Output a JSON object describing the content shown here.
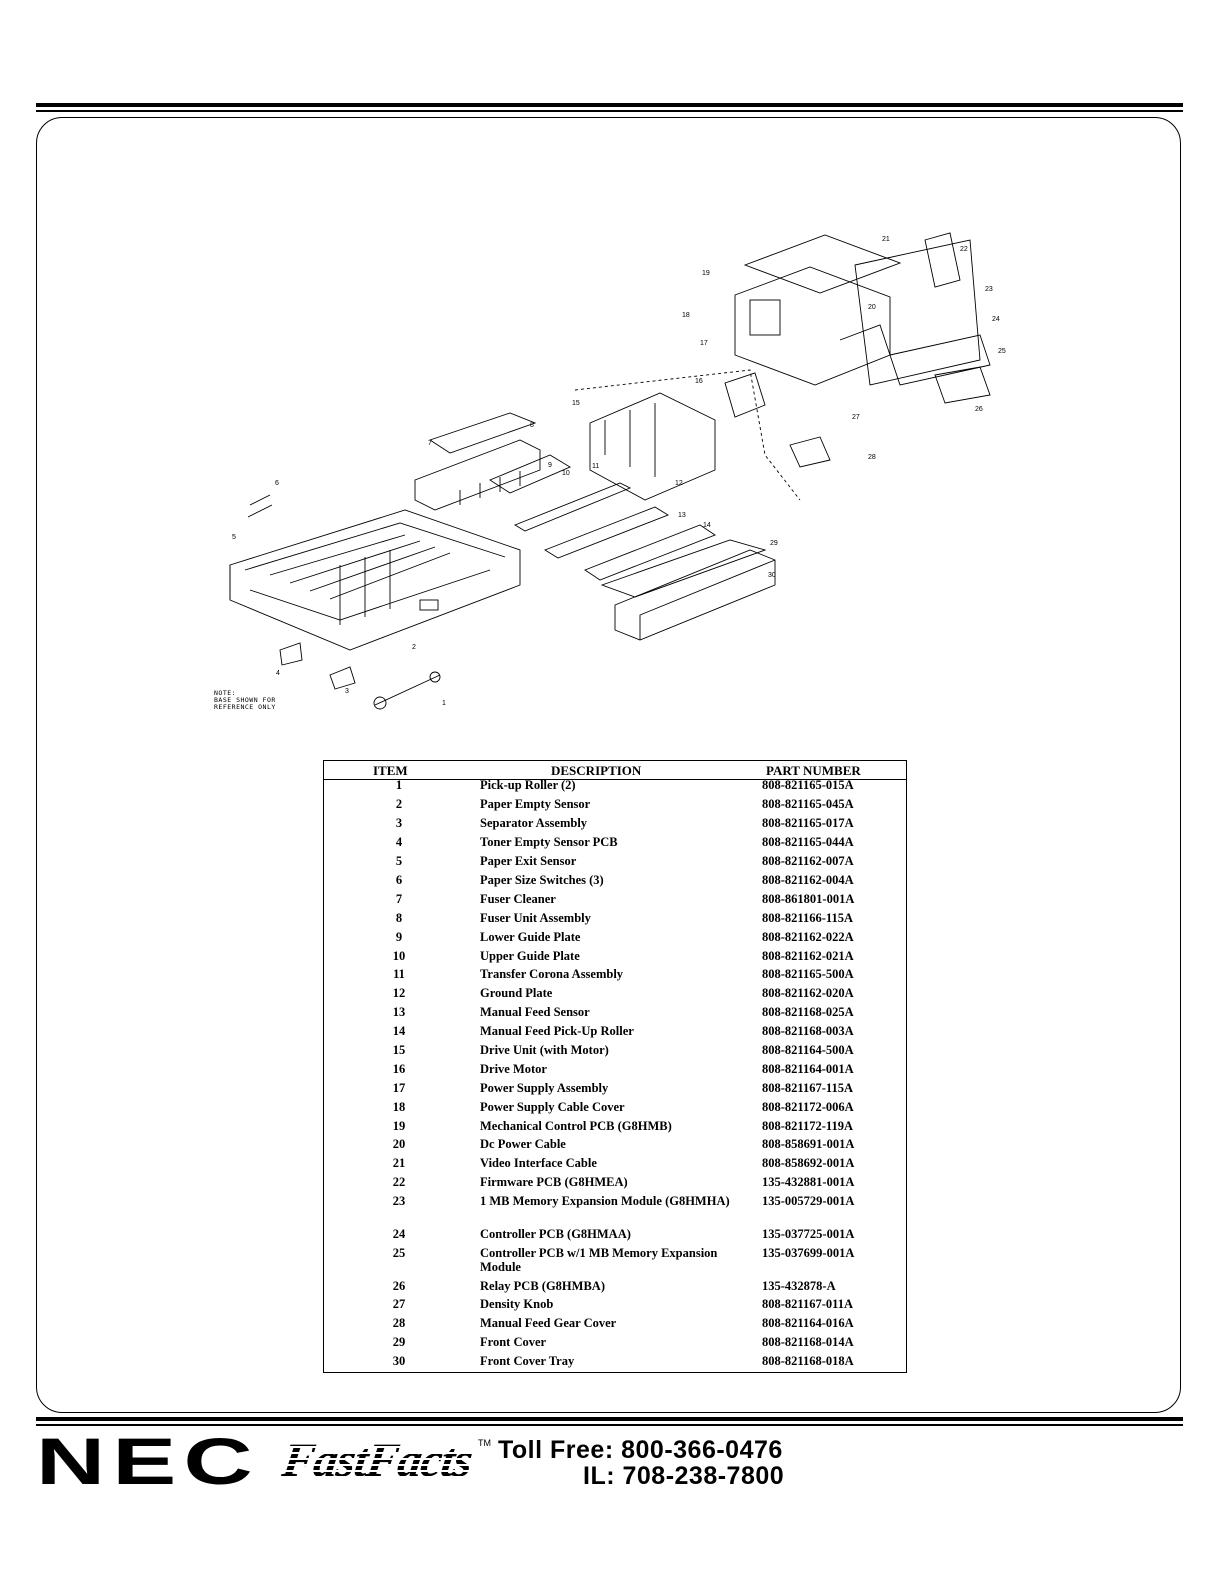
{
  "diagram": {
    "callouts": [
      "1",
      "2",
      "3",
      "4",
      "5",
      "6",
      "7",
      "8",
      "9",
      "10",
      "11",
      "12",
      "13",
      "14",
      "15",
      "16",
      "17",
      "18",
      "19",
      "20",
      "21",
      "22",
      "23",
      "24",
      "25",
      "26",
      "27",
      "28",
      "29",
      "30"
    ],
    "note": "NOTE:\nBASE SHOWN FOR\nREFERENCE ONLY"
  },
  "parts_table": {
    "headers": {
      "item": "ITEM",
      "description": "DESCRIPTION",
      "part_number": "PART NUMBER"
    },
    "rows": [
      {
        "item": "1",
        "desc": "Pick-up Roller (2)",
        "part": "808-821165-015A"
      },
      {
        "item": "2",
        "desc": "Paper Empty Sensor",
        "part": "808-821165-045A"
      },
      {
        "item": "3",
        "desc": "Separator Assembly",
        "part": "808-821165-017A"
      },
      {
        "item": "4",
        "desc": "Toner Empty Sensor PCB",
        "part": "808-821165-044A"
      },
      {
        "item": "5",
        "desc": "Paper Exit Sensor",
        "part": "808-821162-007A"
      },
      {
        "item": "6",
        "desc": "Paper Size Switches (3)",
        "part": "808-821162-004A"
      },
      {
        "item": "7",
        "desc": "Fuser Cleaner",
        "part": "808-861801-001A"
      },
      {
        "item": "8",
        "desc": "Fuser Unit Assembly",
        "part": "808-821166-115A"
      },
      {
        "item": "9",
        "desc": "Lower Guide Plate",
        "part": "808-821162-022A"
      },
      {
        "item": "10",
        "desc": "Upper Guide Plate",
        "part": "808-821162-021A"
      },
      {
        "item": "11",
        "desc": "Transfer Corona Assembly",
        "part": "808-821165-500A"
      },
      {
        "item": "12",
        "desc": "Ground Plate",
        "part": "808-821162-020A"
      },
      {
        "item": "13",
        "desc": "Manual Feed Sensor",
        "part": "808-821168-025A"
      },
      {
        "item": "14",
        "desc": "Manual Feed Pick-Up Roller",
        "part": "808-821168-003A"
      },
      {
        "item": "15",
        "desc": "Drive Unit (with Motor)",
        "part": "808-821164-500A"
      },
      {
        "item": "16",
        "desc": "Drive Motor",
        "part": "808-821164-001A"
      },
      {
        "item": "17",
        "desc": "Power Supply Assembly",
        "part": "808-821167-115A"
      },
      {
        "item": "18",
        "desc": "Power Supply Cable Cover",
        "part": "808-821172-006A"
      },
      {
        "item": "19",
        "desc": "Mechanical Control PCB (G8HMB)",
        "part": "808-821172-119A"
      },
      {
        "item": "20",
        "desc": "Dc Power Cable",
        "part": "808-858691-001A"
      },
      {
        "item": "21",
        "desc": "Video Interface Cable",
        "part": "808-858692-001A"
      },
      {
        "item": "22",
        "desc": "Firmware PCB (G8HMEA)",
        "part": "135-432881-001A"
      },
      {
        "item": "23",
        "desc": "1 MB Memory Expansion Module (G8HMHA)",
        "part": "135-005729-001A"
      },
      {
        "item": "24",
        "desc": "Controller PCB (G8HMAA)",
        "part": "135-037725-001A"
      },
      {
        "item": "25",
        "desc": "Controller PCB w/1 MB Memory Expansion Module",
        "part": "135-037699-001A"
      },
      {
        "item": "26",
        "desc": "Relay PCB (G8HMBA)",
        "part": "135-432878-A"
      },
      {
        "item": "27",
        "desc": "Density Knob",
        "part": "808-821167-011A"
      },
      {
        "item": "28",
        "desc": "Manual Feed Gear Cover",
        "part": "808-821164-016A"
      },
      {
        "item": "29",
        "desc": "Front Cover",
        "part": "808-821168-014A"
      },
      {
        "item": "30",
        "desc": "Front Cover Tray",
        "part": "808-821168-018A"
      }
    ]
  },
  "footer": {
    "brand": "NEC",
    "product": "FastFacts",
    "trademark": "TM",
    "toll_free": "Toll Free: 800-366-0476",
    "il_phone": "IL: 708-238-7800"
  }
}
